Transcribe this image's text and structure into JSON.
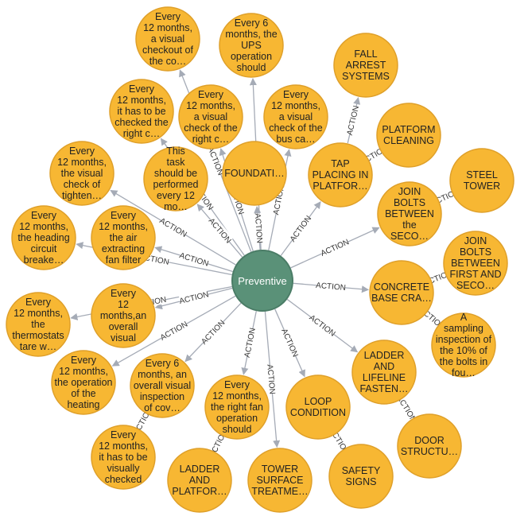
{
  "center": {
    "label": "Preventive"
  },
  "relationship_label": "ACTION",
  "colors": {
    "node": "#f7b733",
    "center": "#5a9178",
    "edge": "#a5abb6"
  },
  "nodes": [
    {
      "id": "n1",
      "lines": [
        "Every",
        "12 months,",
        "a visual",
        "checkout of",
        "the co…"
      ]
    },
    {
      "id": "n2",
      "lines": [
        "Every 6",
        "months, the",
        "UPS",
        "operation",
        "should"
      ]
    },
    {
      "id": "n3",
      "lines": [
        "FALL",
        "ARREST",
        "SYSTEMS"
      ]
    },
    {
      "id": "n4",
      "lines": [
        "Every",
        "12 months,",
        "it has to be",
        "checked the",
        "right c…"
      ]
    },
    {
      "id": "n5",
      "lines": [
        "Every",
        "12 months,",
        "a visual",
        "check of the",
        "right c…"
      ]
    },
    {
      "id": "n6",
      "lines": [
        "Every",
        "12 months,",
        "a visual",
        "check of the",
        "bus ca…"
      ]
    },
    {
      "id": "n7",
      "lines": [
        "PLATFORM",
        "CLEANING"
      ]
    },
    {
      "id": "n8",
      "lines": [
        "Every",
        "12 months,",
        "the visual",
        "check of",
        "tighten…"
      ]
    },
    {
      "id": "n9",
      "lines": [
        "This",
        "task",
        "should be",
        "performed",
        "every 12",
        "mo…"
      ]
    },
    {
      "id": "n10",
      "lines": [
        "FOUNDATI…"
      ]
    },
    {
      "id": "n11",
      "lines": [
        "TAP",
        "PLACING IN",
        "PLATFOR…"
      ]
    },
    {
      "id": "n12",
      "lines": [
        "STEEL",
        "TOWER"
      ]
    },
    {
      "id": "n13",
      "lines": [
        "JOIN",
        "BOLTS",
        "BETWEEN",
        "the",
        "SECO…"
      ]
    },
    {
      "id": "n14",
      "lines": [
        "Every",
        "12 months,",
        "the heading",
        "circuit",
        "breake…"
      ]
    },
    {
      "id": "n15",
      "lines": [
        "Every",
        "12 months,",
        "the air",
        "extracting",
        "fan filter"
      ]
    },
    {
      "id": "n16",
      "lines": [
        "JOIN",
        "BOLTS",
        "BETWEEN",
        "FIRST AND",
        "SECO…"
      ]
    },
    {
      "id": "n17",
      "lines": [
        "CONCRETE",
        "BASE CRA…"
      ]
    },
    {
      "id": "n18",
      "lines": [
        "Every",
        "12 months,",
        "the",
        "thermostats",
        "tare w…"
      ]
    },
    {
      "id": "n19",
      "lines": [
        "Every",
        "12",
        "months,an",
        "overall",
        "visual"
      ]
    },
    {
      "id": "n20",
      "lines": [
        "A",
        "sampling",
        "inspection of",
        "the 10% of",
        "the bolts in",
        "fou…"
      ]
    },
    {
      "id": "n21",
      "lines": [
        "Every",
        "12 months,",
        "the operation",
        "of the",
        "heating"
      ]
    },
    {
      "id": "n22",
      "lines": [
        "Every 6",
        "months, an",
        "overall visual",
        "inspection",
        "of cov…"
      ]
    },
    {
      "id": "n23",
      "lines": [
        "LADDER",
        "AND",
        "LIFELINE",
        "FASTEN…"
      ]
    },
    {
      "id": "n24",
      "lines": [
        "Every",
        "12 months,",
        "the right fan",
        "operation",
        "should"
      ]
    },
    {
      "id": "n25",
      "lines": [
        "LOOP",
        "CONDITION"
      ]
    },
    {
      "id": "n26",
      "lines": [
        "DOOR",
        "STRUCTU…"
      ]
    },
    {
      "id": "n27",
      "lines": [
        "Every",
        "12 months,",
        "it has to be",
        "visually",
        "checked"
      ]
    },
    {
      "id": "n28",
      "lines": [
        "LADDER",
        "AND",
        "PLATFOR…"
      ]
    },
    {
      "id": "n29",
      "lines": [
        "TOWER",
        "SURFACE",
        "TREATME…"
      ]
    },
    {
      "id": "n30",
      "lines": [
        "SAFETY",
        "SIGNS"
      ]
    }
  ],
  "edges": [
    {
      "from": "center",
      "to": "n1"
    },
    {
      "from": "center",
      "to": "n2"
    },
    {
      "from": "center",
      "to": "n4"
    },
    {
      "from": "center",
      "to": "n5"
    },
    {
      "from": "center",
      "to": "n6"
    },
    {
      "from": "center",
      "to": "n8"
    },
    {
      "from": "center",
      "to": "n9"
    },
    {
      "from": "center",
      "to": "n10"
    },
    {
      "from": "center",
      "to": "n11"
    },
    {
      "from": "center",
      "to": "n13"
    },
    {
      "from": "center",
      "to": "n14"
    },
    {
      "from": "center",
      "to": "n15"
    },
    {
      "from": "center",
      "to": "n17"
    },
    {
      "from": "center",
      "to": "n18"
    },
    {
      "from": "center",
      "to": "n19"
    },
    {
      "from": "center",
      "to": "n21"
    },
    {
      "from": "center",
      "to": "n22"
    },
    {
      "from": "center",
      "to": "n23"
    },
    {
      "from": "center",
      "to": "n24"
    },
    {
      "from": "center",
      "to": "n25"
    },
    {
      "from": "center",
      "to": "n29"
    },
    {
      "from": "n11",
      "to": "n3"
    },
    {
      "from": "n11",
      "to": "n7"
    },
    {
      "from": "n13",
      "to": "n12"
    },
    {
      "from": "n17",
      "to": "n16"
    },
    {
      "from": "n17",
      "to": "n20"
    },
    {
      "from": "n23",
      "to": "n26"
    },
    {
      "from": "n25",
      "to": "n30"
    },
    {
      "from": "n24",
      "to": "n28"
    },
    {
      "from": "n22",
      "to": "n27"
    }
  ]
}
